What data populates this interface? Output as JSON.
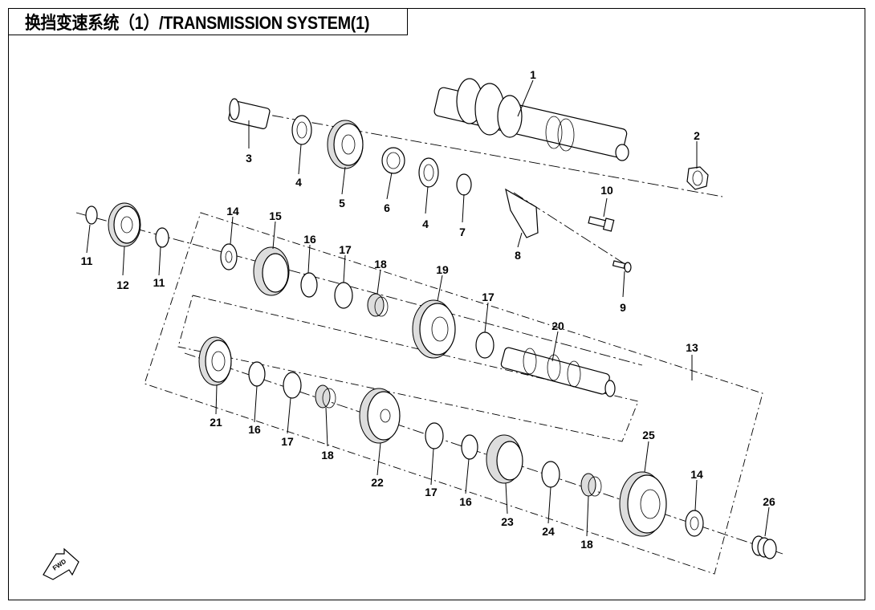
{
  "title": "换挡变速系统（1）/TRANSMISSION SYSTEM(1)",
  "fwd_label": "FWD",
  "callouts": [
    "1",
    "2",
    "3",
    "4",
    "5",
    "6",
    "4",
    "7",
    "10",
    "8",
    "9",
    "11",
    "12",
    "11",
    "14",
    "15",
    "16",
    "17",
    "18",
    "19",
    "17",
    "20",
    "13",
    "21",
    "16",
    "17",
    "18",
    "22",
    "17",
    "16",
    "23",
    "24",
    "18",
    "25",
    "14",
    "26"
  ]
}
